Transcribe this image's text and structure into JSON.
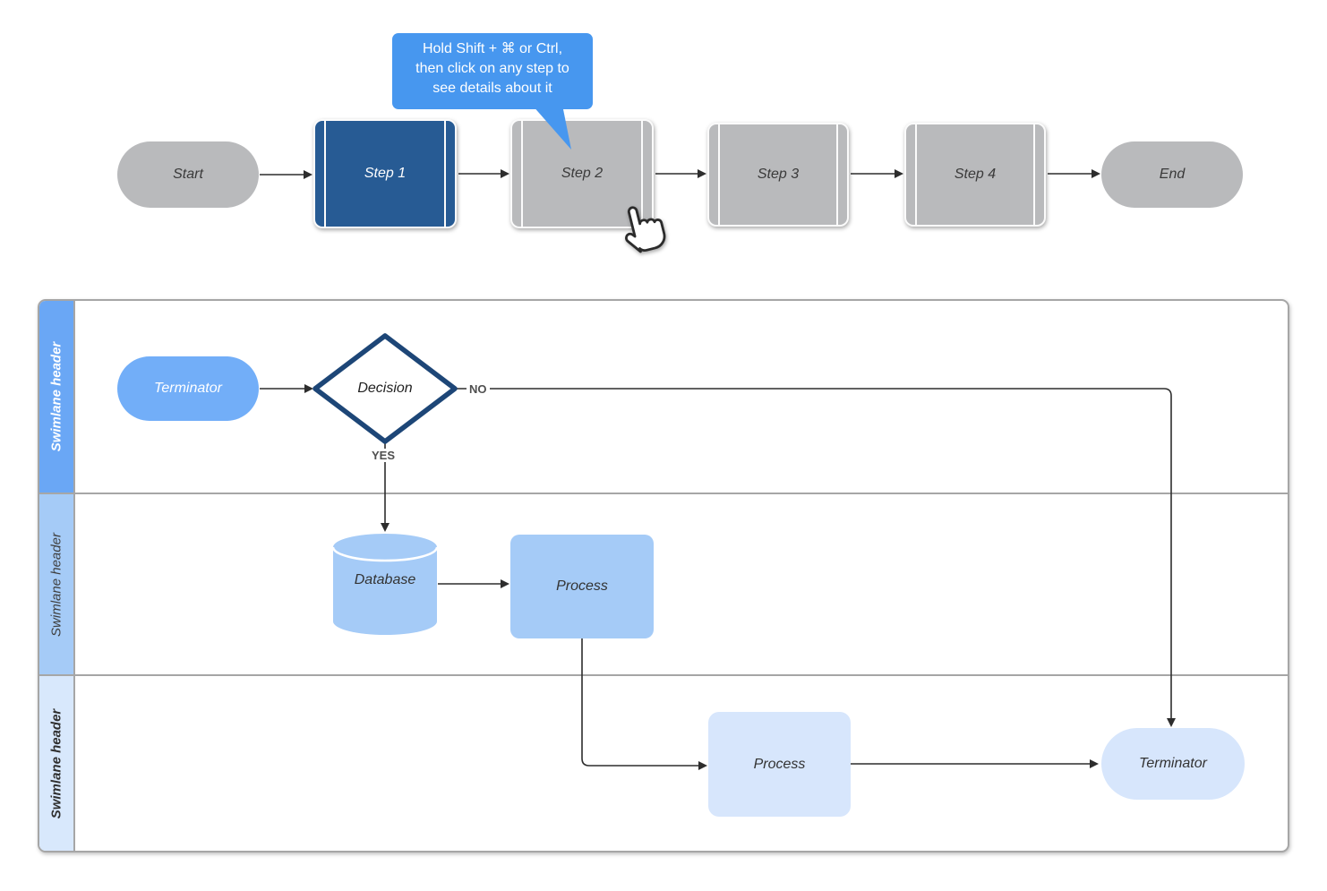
{
  "tooltip": {
    "line1": "Hold Shift + ⌘ or Ctrl,",
    "line2": "then click on any step to",
    "line3": "see details about it"
  },
  "top_flow": {
    "nodes": [
      {
        "label": "Start",
        "type": "terminator"
      },
      {
        "label": "Step 1",
        "type": "predefined-process",
        "state": "selected"
      },
      {
        "label": "Step 2",
        "type": "predefined-process",
        "state": "hovered"
      },
      {
        "label": "Step 3",
        "type": "predefined-process",
        "state": "default"
      },
      {
        "label": "Step 4",
        "type": "predefined-process",
        "state": "default"
      },
      {
        "label": "End",
        "type": "terminator"
      }
    ]
  },
  "swimlanes": {
    "lanes": [
      {
        "header": "Swimlane header"
      },
      {
        "header": "Swimlane header"
      },
      {
        "header": "Swimlane header"
      }
    ]
  },
  "lane1": {
    "terminator": "Terminator",
    "decision": "Decision",
    "no_label": "NO",
    "yes_label": "YES"
  },
  "lane2": {
    "database": "Database",
    "process": "Process"
  },
  "lane3": {
    "process": "Process",
    "terminator": "Terminator"
  },
  "colors": {
    "selected_step": "#275b94",
    "inactive_step": "#b9babc",
    "tooltip_bg": "#4797ef",
    "lane1_header": "#6aa7f5",
    "lane2_header": "#a5cbf7",
    "lane3_header": "#d8e8fc",
    "lane1_shape": "#72aef8",
    "lane2_shape": "#a5cbf7",
    "lane3_shape": "#d7e6fc",
    "decision_border": "#1d4677",
    "connector": "#333333"
  }
}
